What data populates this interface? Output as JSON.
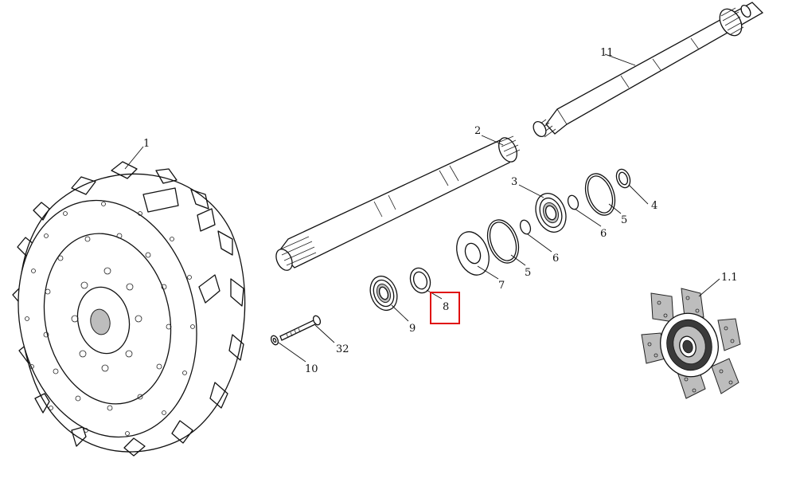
{
  "highlight": {
    "label": "8",
    "color": "#e01010"
  },
  "callouts": {
    "c1": "1",
    "c2": "2",
    "c3": "3",
    "c4": "4",
    "c5a": "5",
    "c5b": "5",
    "c6a": "6",
    "c6b": "6",
    "c7": "7",
    "c8": "8",
    "c9": "9",
    "c10": "10",
    "c11": "11",
    "c32": "32",
    "c1_1": "1.1"
  }
}
